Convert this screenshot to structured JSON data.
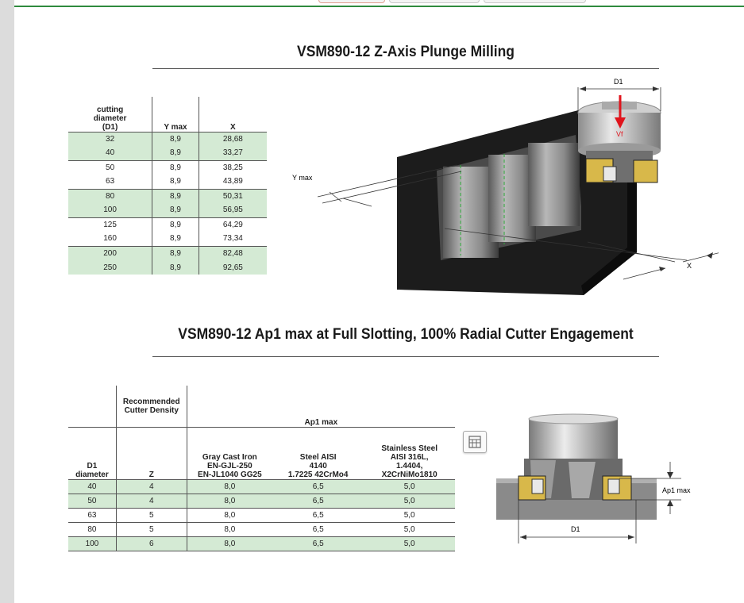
{
  "section1": {
    "title": "VSM890-12 Z-Axis Plunge Milling",
    "table": {
      "headers": [
        "cutting diameter (D1)",
        "Y max",
        "X"
      ],
      "header_lines": [
        "cutting",
        "diameter",
        "(D1)"
      ],
      "rows": [
        [
          "32",
          "8,9",
          "28,68"
        ],
        [
          "40",
          "8,9",
          "33,27"
        ],
        [
          "50",
          "8,9",
          "38,25"
        ],
        [
          "63",
          "8,9",
          "43,89"
        ],
        [
          "80",
          "8,9",
          "50,31"
        ],
        [
          "100",
          "8,9",
          "56,95"
        ],
        [
          "125",
          "8,9",
          "64,29"
        ],
        [
          "160",
          "8,9",
          "73,34"
        ],
        [
          "200",
          "8,9",
          "82,48"
        ],
        [
          "250",
          "8,9",
          "92,65"
        ]
      ]
    },
    "diagram": {
      "d1_label": "D1",
      "vf_label": "Vf",
      "ymax_label": "Y max",
      "x_label": "X"
    }
  },
  "section2": {
    "title": "VSM890-12 Ap1 max at Full Slotting, 100% Radial Cutter Engagement",
    "table": {
      "group_header": "Ap1 max",
      "rec_header_lines": [
        "Recommended",
        "Cutter Density"
      ],
      "d1_header_lines": [
        "D1",
        "diameter"
      ],
      "z_header": "Z",
      "col1_lines": [
        "Gray Cast Iron",
        "EN-GJL-250",
        "EN-JL1040 GG25"
      ],
      "col2_lines": [
        "Steel AISI",
        "4140",
        "1.7225 42CrMo4"
      ],
      "col3_lines": [
        "Stainless Steel",
        "AISI 316L,",
        "1.4404,",
        "X2CrNiMo1810"
      ],
      "rows": [
        [
          "40",
          "4",
          "8,0",
          "6,5",
          "5,0"
        ],
        [
          "50",
          "4",
          "8,0",
          "6,5",
          "5,0"
        ],
        [
          "63",
          "5",
          "8,0",
          "6,5",
          "5,0"
        ],
        [
          "80",
          "5",
          "8,0",
          "6,5",
          "5,0"
        ],
        [
          "100",
          "6",
          "8,0",
          "6,5",
          "5,0"
        ]
      ]
    },
    "diagram": {
      "ap1_label": "Ap1 max",
      "d1_label": "D1"
    }
  },
  "icons": {
    "table_view": "table-grid-icon"
  },
  "colors": {
    "row_highlight": "#d4ead4",
    "top_rule": "#2f8a3e",
    "arrow": "#e0141c",
    "insert": "#d8b84a"
  }
}
